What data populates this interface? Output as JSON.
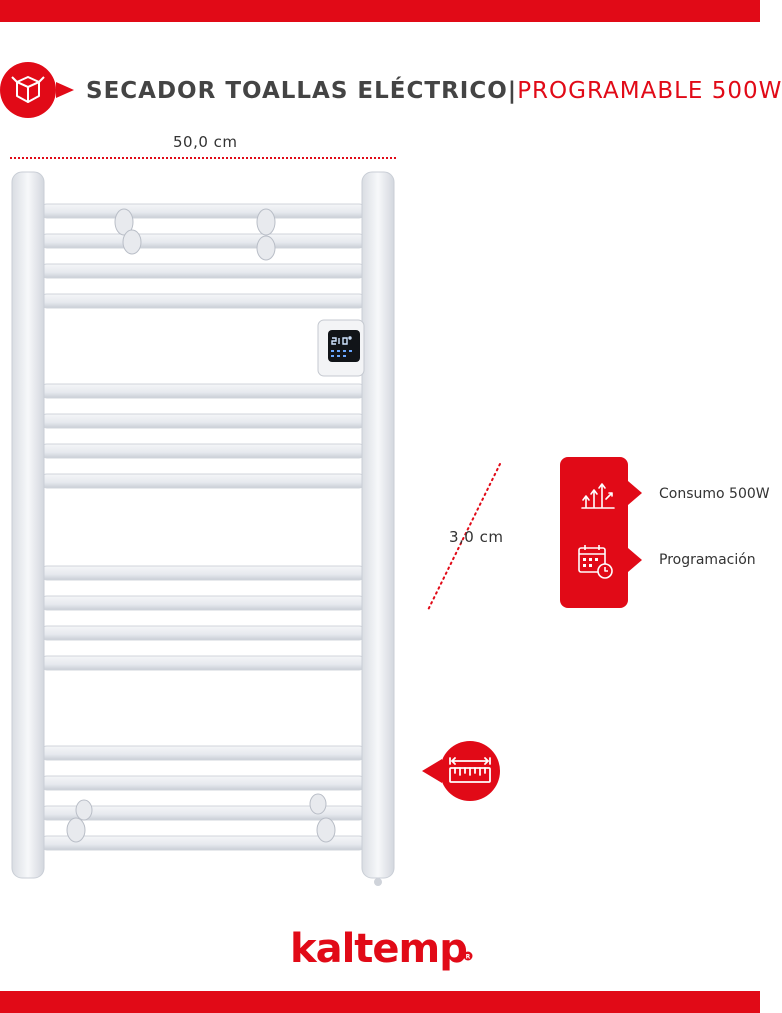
{
  "header": {
    "title_main": "SECADOR TOALLAS ELÉCTRICO|",
    "title_accent": "PROGRAMABLE 500W"
  },
  "dimensions": {
    "width": "50,0 cm",
    "depth": "3,0 cm"
  },
  "thermostat": {
    "display": "21.0°"
  },
  "features": [
    {
      "label": "Consumo 500W",
      "icon": "power-increase-icon"
    },
    {
      "label": "Programación",
      "icon": "calendar-clock-icon"
    }
  ],
  "icons": {
    "box_badge": "package-box-icon",
    "ruler_badge": "ruler-measure-icon"
  },
  "brand": {
    "name": "kaltemp"
  },
  "colors": {
    "accent": "#e10a17",
    "text": "#444444",
    "radiator": "#eef0f4"
  }
}
